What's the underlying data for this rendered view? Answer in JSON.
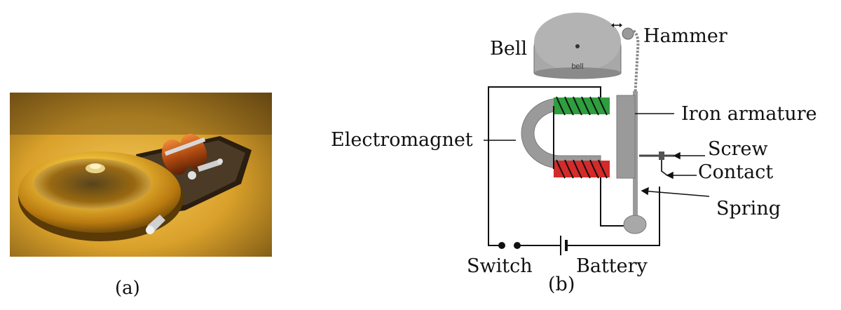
{
  "figure": {
    "panel_a": {
      "caption": "(a)"
    },
    "panel_b": {
      "caption": "(b)",
      "labels": {
        "bell": "Bell",
        "bell_imprint": "bell",
        "hammer": "Hammer",
        "iron_armature": "Iron armature",
        "electromagnet": "Electromagnet",
        "screw": "Screw",
        "contact": "Contact",
        "spring": "Spring",
        "switch": "Switch",
        "battery": "Battery"
      }
    }
  },
  "colors": {
    "coil_top": "#2e9e3e",
    "coil_bottom": "#d42a2a",
    "magnet_gray": "#9a9a9a",
    "bell_gray": "#a8a8a8",
    "photo_gold": "#e0a520"
  }
}
